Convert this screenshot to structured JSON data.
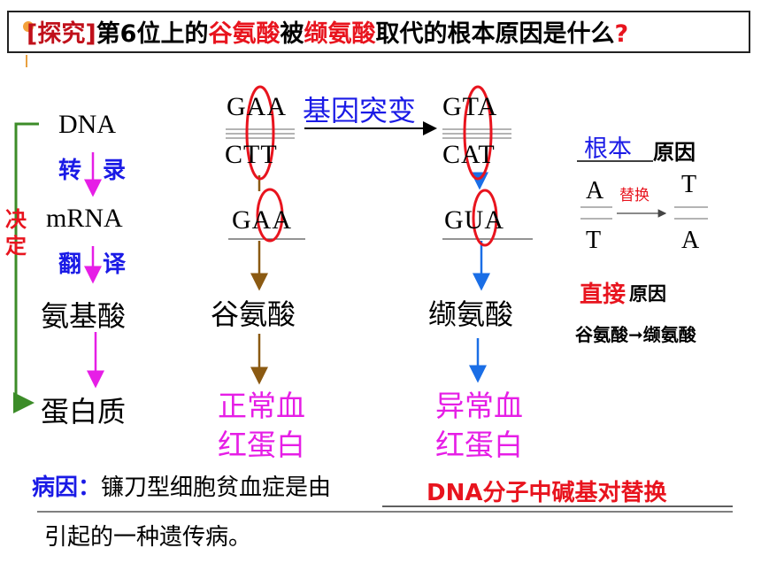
{
  "title": {
    "bracket": "[探究]",
    "part1": "第6位上的",
    "glu": "谷氨酸",
    "part2": "被",
    "val": "缬氨酸",
    "part3": "取代的根本原因是什么",
    "qmark": "?"
  },
  "flow": {
    "dna": "DNA",
    "transcription_left": "转",
    "transcription_right": "录",
    "mrna": "mRNA",
    "translation_left": "翻",
    "translation_right": "译",
    "amino_acid": "氨基酸",
    "protein": "蛋白质",
    "decides_1": "决",
    "decides_2": "定"
  },
  "normal": {
    "dna_top": "GAA",
    "dna_bottom": "CTT",
    "mrna": "GAA",
    "amino_acid": "谷氨酸",
    "protein_1": "正常血",
    "protein_2": "红蛋白"
  },
  "mutation_label": "基因突变",
  "mutant": {
    "dna_top": "GTA",
    "dna_bottom": "CAT",
    "mrna": "GUA",
    "amino_acid": "缬氨酸",
    "protein_1": "异常血",
    "protein_2": "红蛋白"
  },
  "cause": {
    "root_fill": "根本",
    "root_suffix": "原因",
    "base_left_top": "A",
    "base_left_bottom": "T",
    "replace": "替换",
    "base_right_top": "T",
    "base_right_bottom": "A",
    "direct_fill": "直接",
    "direct_suffix": "原因",
    "aa_from": "谷氨酸",
    "aa_to": "缬氨酸"
  },
  "etiology": {
    "label": "病因：",
    "text1": "镰刀型细胞贫血症是由",
    "fill": "DNA分子中碱基对替换",
    "text2": "引起的一种遗传病。"
  },
  "colors": {
    "red": "#e8141e",
    "blue": "#1a1ae6",
    "magenta": "#e61ee6",
    "brown": "#8b5a12",
    "arrow_blue": "#1a6ee6",
    "green": "#3c8c28",
    "circle": "#e8141e"
  }
}
